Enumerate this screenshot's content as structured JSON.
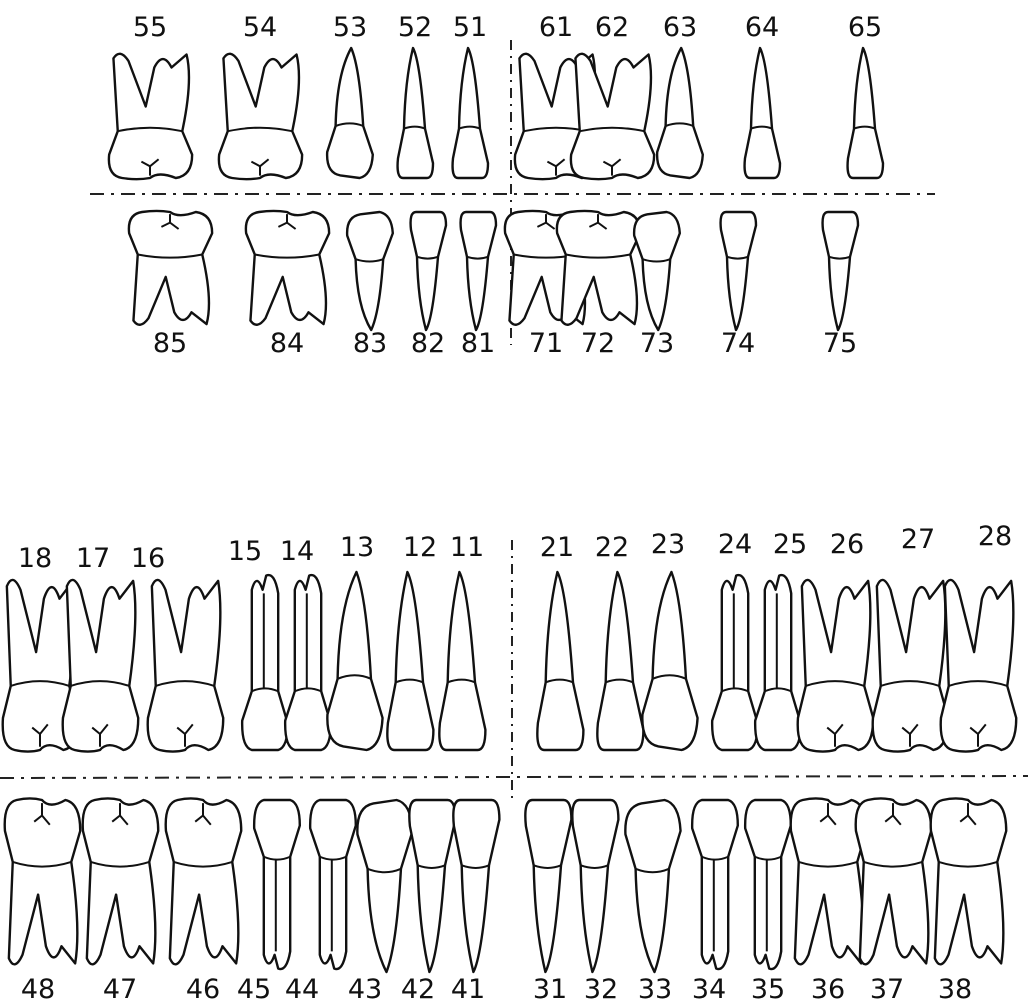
{
  "primary": {
    "upper_right": [
      "55",
      "54",
      "53",
      "52",
      "51"
    ],
    "upper_left": [
      "61",
      "62",
      "63",
      "64",
      "65"
    ],
    "lower_right": [
      "85",
      "84",
      "83",
      "82",
      "81"
    ],
    "lower_left": [
      "71",
      "72",
      "73",
      "74",
      "75"
    ]
  },
  "permanent": {
    "upper_right": [
      "18",
      "17",
      "16",
      "15",
      "14",
      "13",
      "12",
      "11"
    ],
    "upper_left": [
      "21",
      "22",
      "23",
      "24",
      "25",
      "26",
      "27",
      "28"
    ],
    "lower_right": [
      "48",
      "47",
      "46",
      "45",
      "44",
      "43",
      "42",
      "41"
    ],
    "lower_left": [
      "31",
      "32",
      "33",
      "34",
      "35",
      "36",
      "37",
      "38"
    ]
  },
  "tooth_types": {
    "primary": [
      "molar",
      "molar",
      "canine",
      "incisor",
      "incisor"
    ],
    "permanent": [
      "molar",
      "molar",
      "molar",
      "premolar",
      "premolar",
      "canine",
      "incisor",
      "incisor"
    ]
  }
}
